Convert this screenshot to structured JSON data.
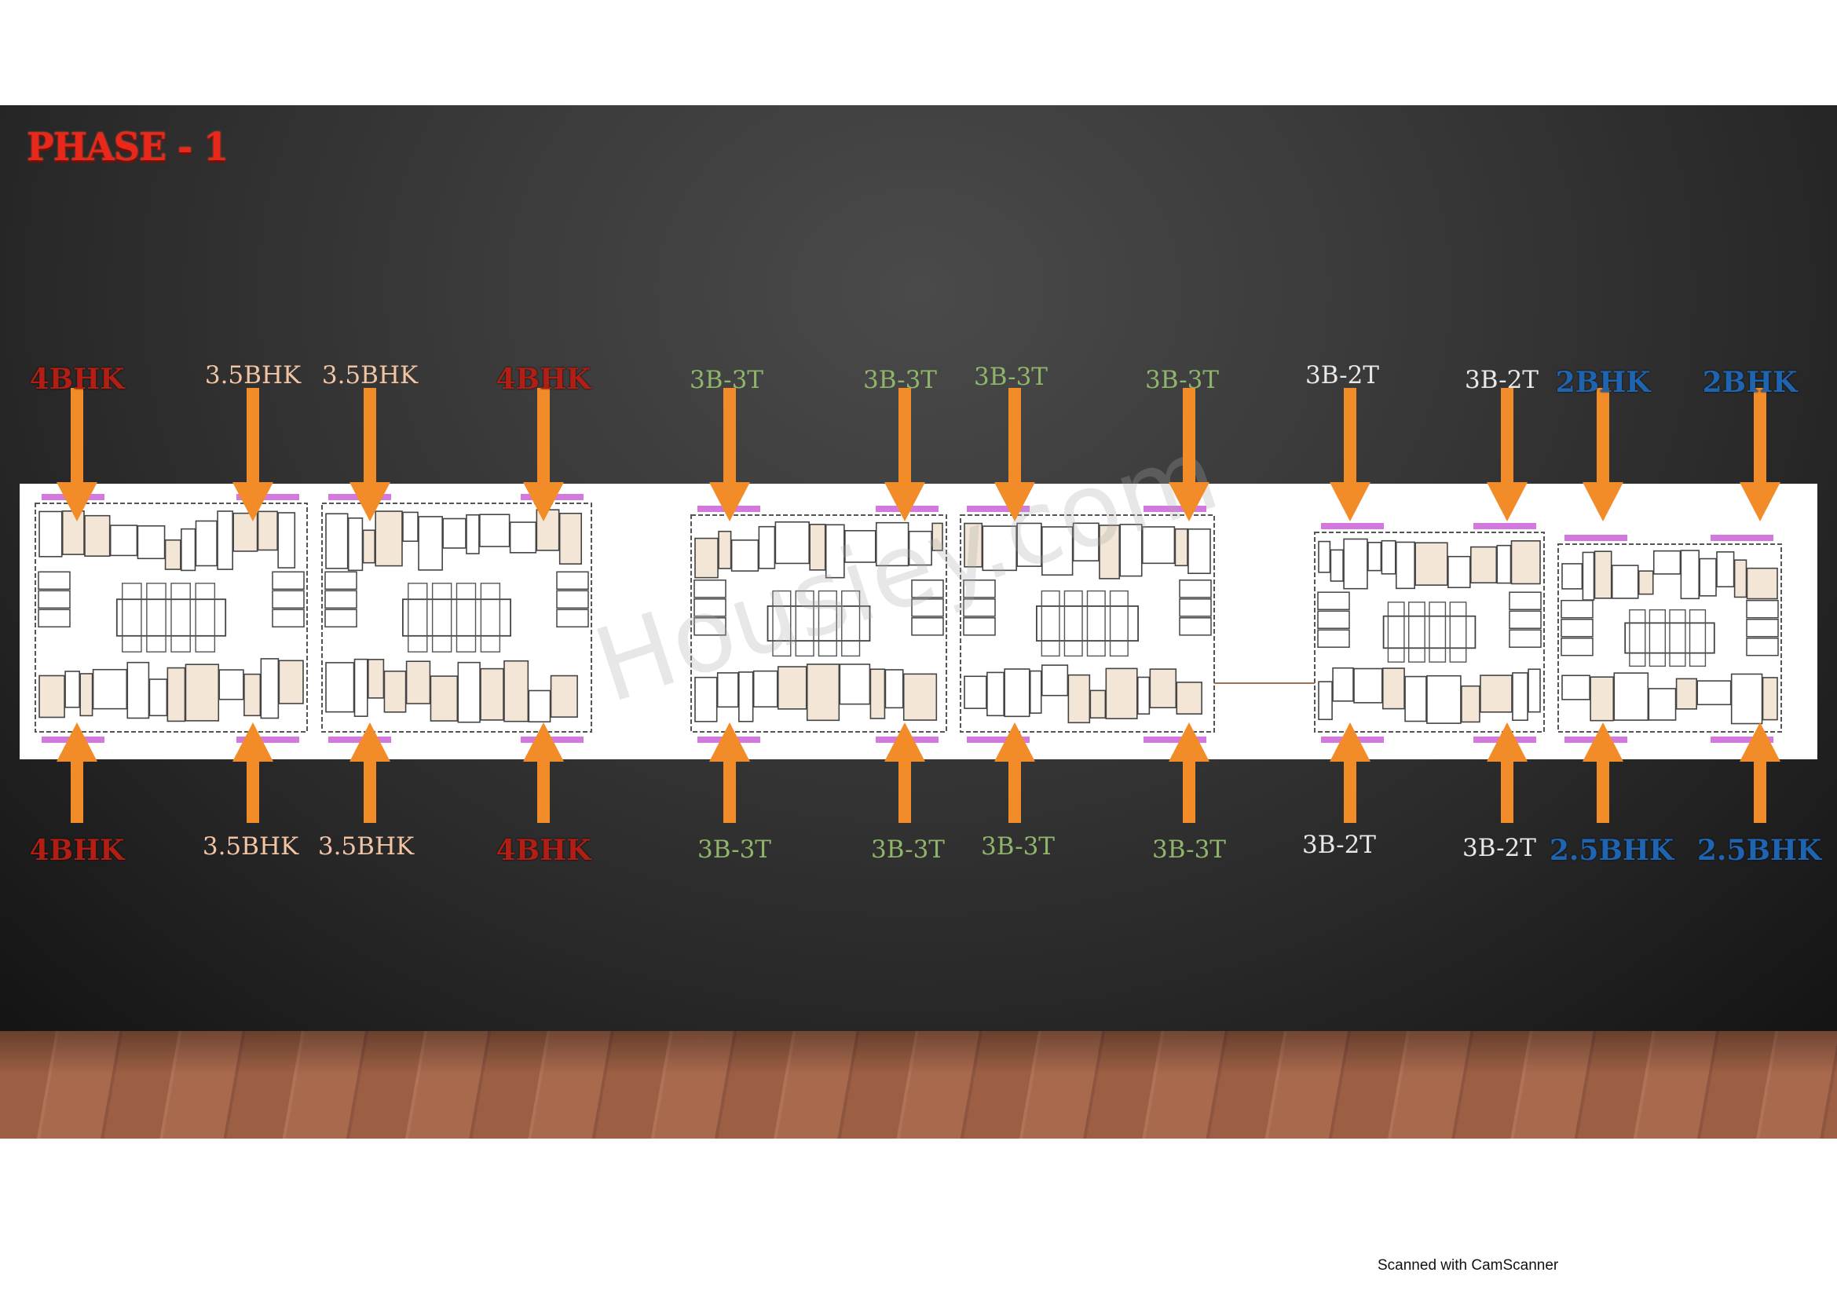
{
  "title": "PHASE - 1",
  "colors": {
    "arrow": "#f28c28",
    "4BHK": "#b01e14",
    "3.5BHK": "#f2c4a4",
    "3B-3T": "#8fb56a",
    "3B-2T": "#e8e8e8",
    "2BHK": "#1f64b0",
    "plan_label": "#c040d0"
  },
  "top_labels": [
    {
      "text": "4BHK",
      "type": "4BHK"
    },
    {
      "text": "3.5BHK",
      "type": "3.5BHK"
    },
    {
      "text": "3.5BHK",
      "type": "3.5BHK"
    },
    {
      "text": "4BHK",
      "type": "4BHK"
    },
    {
      "text": "3B-3T",
      "type": "3B-3T"
    },
    {
      "text": "3B-3T",
      "type": "3B-3T"
    },
    {
      "text": "3B-3T",
      "type": "3B-3T"
    },
    {
      "text": "3B-3T",
      "type": "3B-3T"
    },
    {
      "text": "3B-2T",
      "type": "3B-2T"
    },
    {
      "text": "3B-2T",
      "type": "3B-2T"
    },
    {
      "text": "2BHK",
      "type": "2BHK"
    },
    {
      "text": "2BHK",
      "type": "2BHK"
    }
  ],
  "bottom_labels": [
    {
      "text": "4BHK",
      "type": "4BHK"
    },
    {
      "text": "3.5BHK",
      "type": "3.5BHK"
    },
    {
      "text": "3.5BHK",
      "type": "3.5BHK"
    },
    {
      "text": "4BHK",
      "type": "4BHK"
    },
    {
      "text": "3B-3T",
      "type": "3B-3T"
    },
    {
      "text": "3B-3T",
      "type": "3B-3T"
    },
    {
      "text": "3B-3T",
      "type": "3B-3T"
    },
    {
      "text": "3B-3T",
      "type": "3B-3T"
    },
    {
      "text": "3B-2T",
      "type": "3B-2T"
    },
    {
      "text": "3B-2T",
      "type": "3B-2T"
    },
    {
      "text": "2.5BHK",
      "type": "2BHK"
    },
    {
      "text": "2.5BHK",
      "type": "2BHK"
    }
  ],
  "watermark": "Housiey.com",
  "footer": "Scanned with CamScanner"
}
